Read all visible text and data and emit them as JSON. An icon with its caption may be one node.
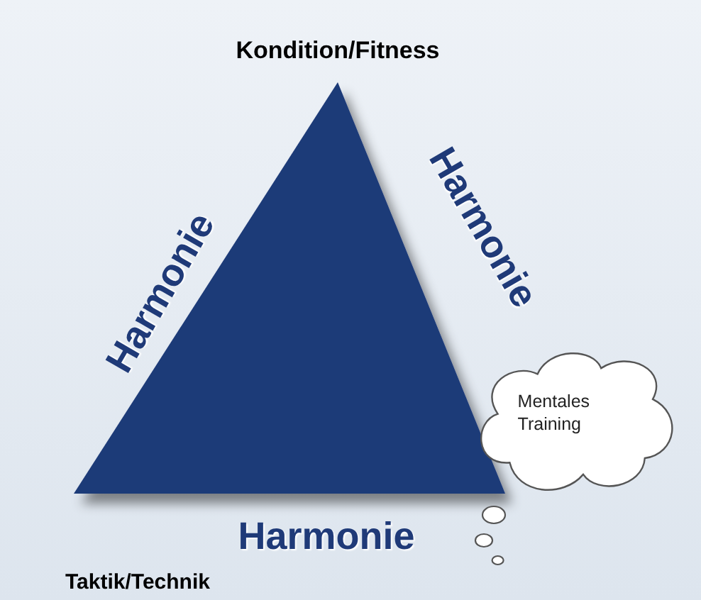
{
  "diagram": {
    "nodes": [
      {
        "text": [
          "Mentales Training"
        ]
      }
    ],
    "labels": [
      "Kondition/Fitness",
      "Harmonie",
      "Harmonie",
      "Harmonie",
      "Taktik/Technik"
    ]
  }
}
